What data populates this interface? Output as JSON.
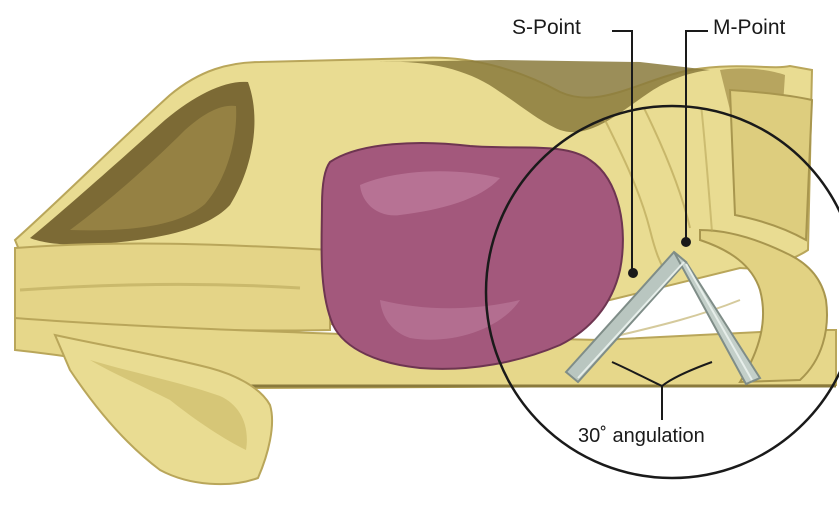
{
  "labels": {
    "s_point": "S-Point",
    "m_point": "M-Point",
    "angulation": "30˚ angulation"
  },
  "colors": {
    "bone": "#e9dc92",
    "bone_shadow": "#b9a65a",
    "bone_dark": "#8a7a3c",
    "tumor": "#a3587c",
    "tumor_highlight": "#c889a8",
    "instrument": "#b9c6c0",
    "instrument_edge": "#7f8d88",
    "line": "#1a1a1a"
  },
  "icons": {
    "instrument": "angled-dissector-icon",
    "magnifier": "magnifier-circle-icon"
  }
}
